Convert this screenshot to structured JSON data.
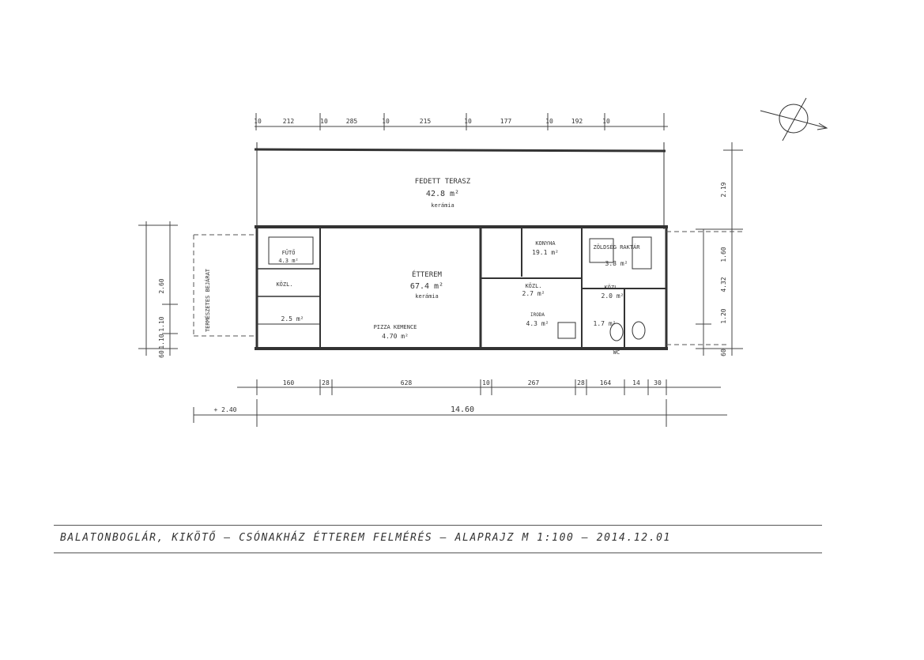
{
  "title_block": {
    "text": "BALATONBOGLÁR, KIKÖTŐ — CSÓNAKHÁZ ÉTTEREM FELMÉRÉS — ALAPRAJZ M 1:100 — 2014.12.01"
  },
  "dims_top": [
    "10",
    "212",
    "10",
    "285",
    "10",
    "215",
    "10",
    "177",
    "10",
    "192",
    "10"
  ],
  "dims_bottom": [
    "160",
    "28",
    "628",
    "10",
    "267",
    "28",
    "164",
    "14",
    "30"
  ],
  "dims_overall": [
    "14.60",
    "+ 2.40"
  ],
  "dims_left": [
    "2.60",
    "1.10",
    "1.10",
    "60"
  ],
  "dims_right": [
    "2.19",
    "1.60",
    "4.32",
    "1.20",
    "60"
  ],
  "rooms": {
    "terrace": {
      "name": "FEDETT TERASZ",
      "area": "42.8 m²",
      "floor": "kerámia"
    },
    "main": {
      "name": "ÉTTEREM",
      "area": "67.4 m²",
      "floor": "kerámia"
    },
    "kitchen": {
      "name": "KONYHA",
      "area": "19.1 m²"
    },
    "pizza": {
      "name": "PIZZA KEMENCE",
      "area": "4.70 m²"
    },
    "corridor1": {
      "name": "KÖZL.",
      "area": "2.7 m²"
    },
    "corridor2": {
      "name": "KÖZL.",
      "area": "2.0 m²"
    },
    "storage": {
      "name": "ZÖLDSÉG RAKTÁR",
      "area": "3.8 m²"
    },
    "wc": {
      "name": "WC",
      "area": "1.7 m²"
    },
    "office": {
      "name": "IRODA",
      "area": "4.3 m²"
    },
    "furnace": {
      "name": "FŰTŐ",
      "area": "4.3 m²"
    },
    "lobby": {
      "name": "KÖZL.",
      "area": "2.5 m²"
    },
    "side": {
      "name": "TERMÉSZETES BEJÁRAT",
      "area": ""
    }
  }
}
